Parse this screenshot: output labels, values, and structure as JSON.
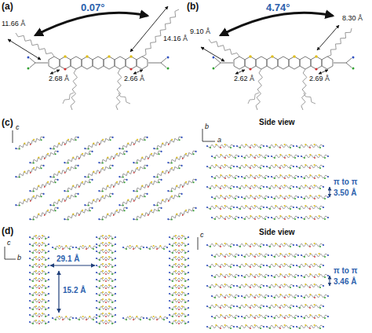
{
  "diagram": {
    "labels": [
      "(a)",
      "0.07°",
      "11.66 Å",
      "14.16 Å",
      "2.68 Å",
      "2.66 Å",
      "(b)",
      "4.74°",
      "9.10 Å",
      "8.30 Å",
      "2.62 Å",
      "2.69 Å",
      "(c)",
      "c",
      "Side view",
      "b",
      "a",
      "π to π",
      "3.50 Å",
      "(d)",
      "c",
      "b",
      "29.1 Å",
      "15.2 Å",
      "Side view",
      "c",
      "π to π",
      "3.46 Å"
    ]
  }
}
